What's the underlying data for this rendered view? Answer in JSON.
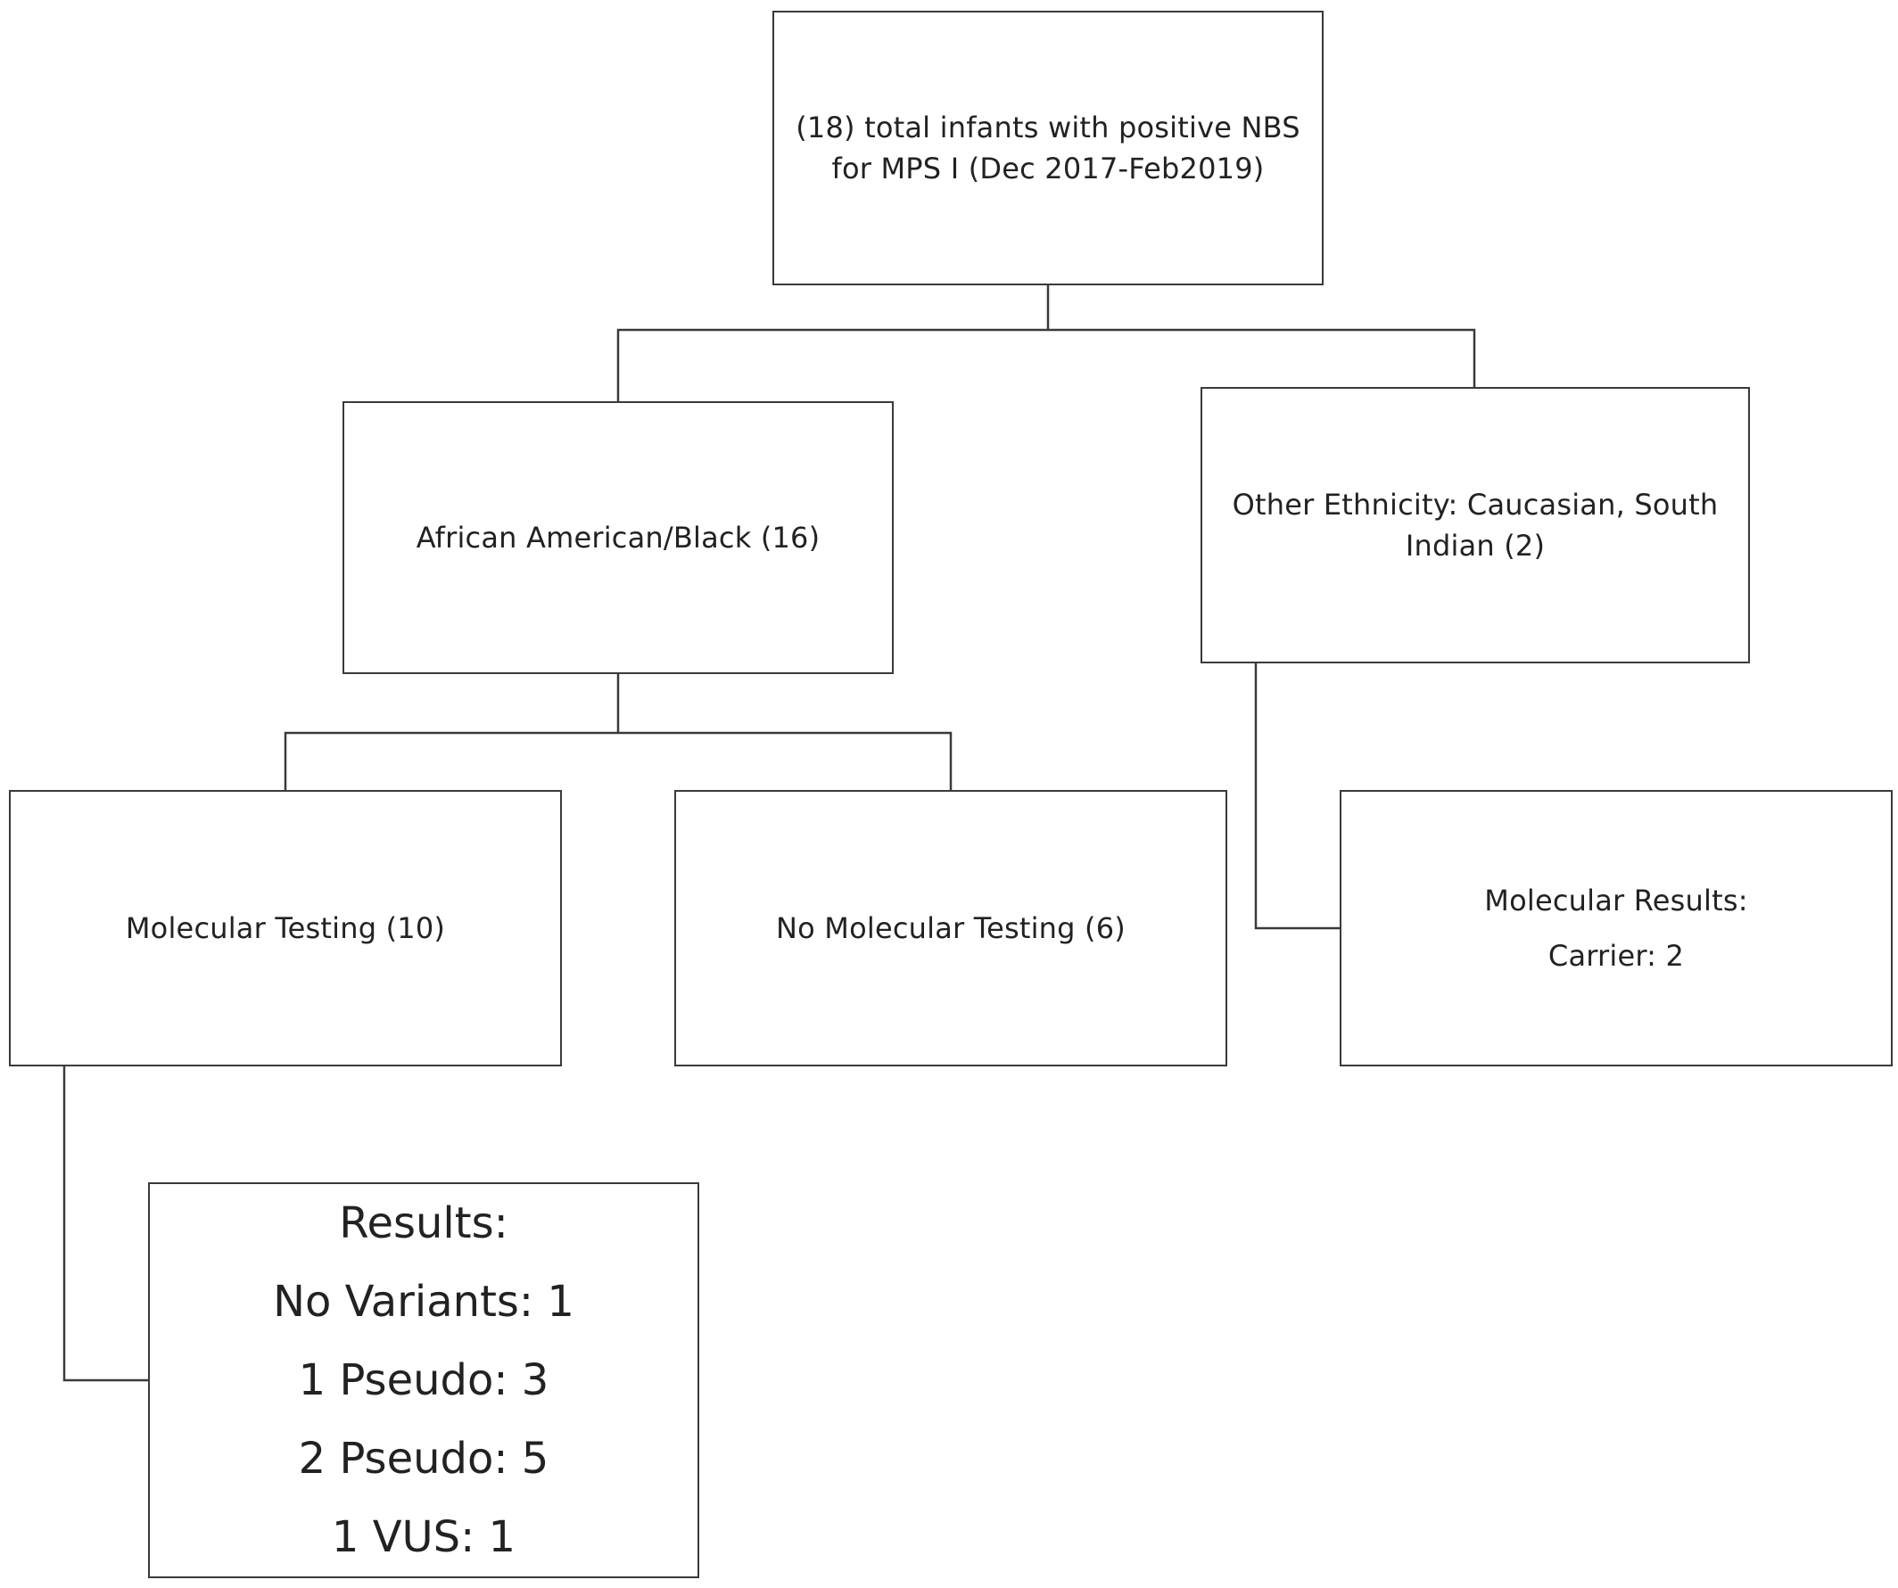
{
  "root": {
    "line1": "(18) total infants with positive NBS",
    "line2": "for MPS I (Dec 2017-Feb2019)"
  },
  "african_american": {
    "label": "African American/Black (16)"
  },
  "other_ethnicity": {
    "line1": "Other Ethnicity: Caucasian, South",
    "line2": "Indian (2)"
  },
  "molecular_testing": {
    "label": "Molecular Testing (10)"
  },
  "no_molecular_testing": {
    "label": "No Molecular Testing (6)"
  },
  "molecular_results": {
    "title": "Molecular Results:",
    "carrier": "Carrier: 2"
  },
  "results": {
    "title": "Results:",
    "lines": [
      "No Variants: 1",
      "1 Pseudo: 3",
      "2 Pseudo: 5",
      "1 VUS: 1"
    ]
  },
  "colors": {
    "line": "#3a3a3a",
    "text": "#222222",
    "background": "#ffffff"
  }
}
